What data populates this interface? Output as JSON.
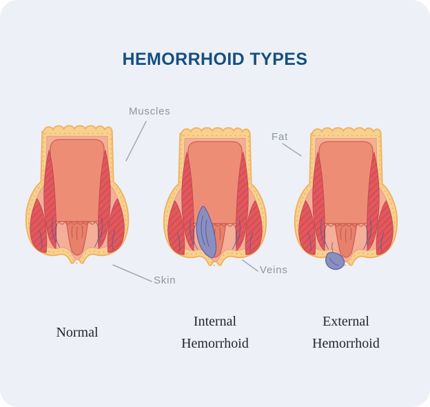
{
  "title": "HEMORRHOID TYPES",
  "annotations": {
    "muscles": "Muscles",
    "fat": "Fat",
    "skin": "Skin",
    "veins": "Veins"
  },
  "diagrams": [
    {
      "name": "Normal",
      "caption_lines": [
        "Normal"
      ]
    },
    {
      "name": "Internal Hemorrhoid",
      "caption_lines": [
        "Internal",
        "Hemorrhoid"
      ]
    },
    {
      "name": "External Hemorrhoid",
      "caption_lines": [
        "External",
        "Hemorrhoid"
      ]
    }
  ],
  "colors": {
    "card_bg": "#edf0f6",
    "title_text": "#15507e",
    "annotation_text": "#90959d",
    "caption_text": "#23262b",
    "pointer_line": "#a3a9b1",
    "fat_layer": "#f8d18f",
    "fat_edge": "#efb261",
    "skin_layer": "#f5ae97",
    "tissue": "#ee8d76",
    "tissue_edge": "#cf674f",
    "muscle": "#e2585c",
    "muscle_hatch": "#c04752",
    "vein": "#4a5a96",
    "hemorrhoid": "#8a8fc0",
    "hemorrhoid_edge": "#5f63a0"
  }
}
